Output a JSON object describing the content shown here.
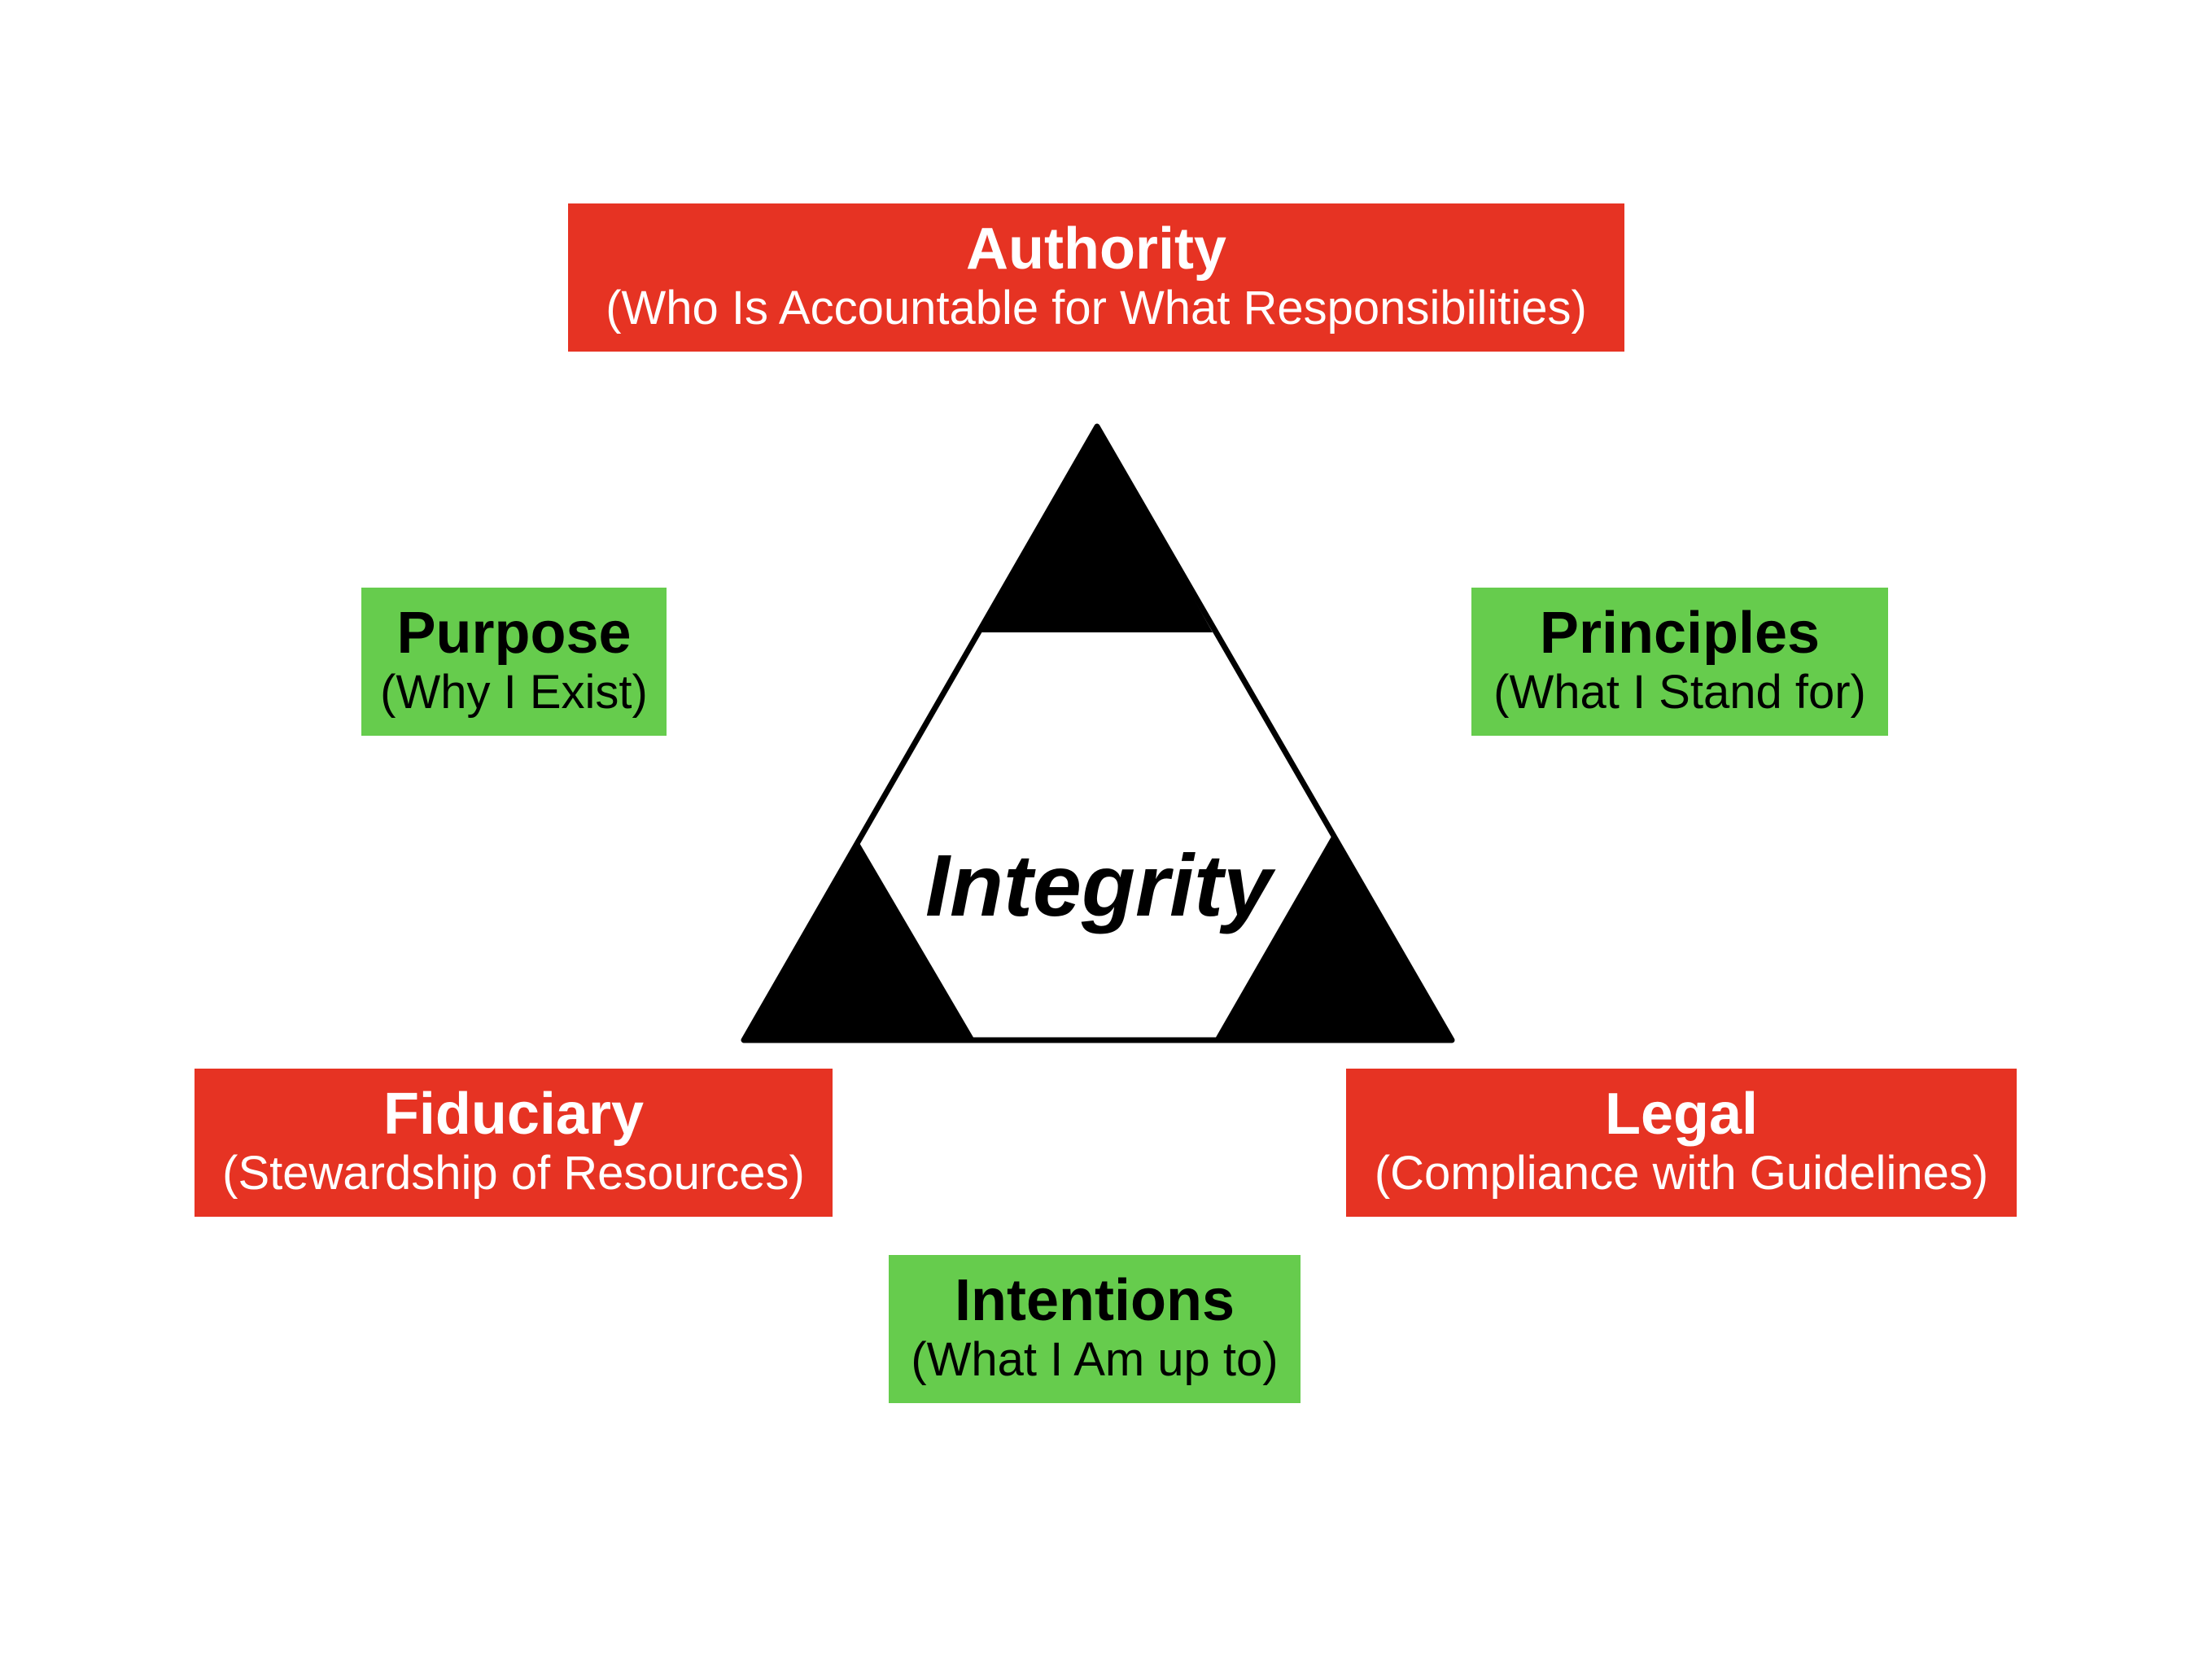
{
  "colors": {
    "red_box": "#e63323",
    "green_box": "#66cc4d",
    "triangle": "#000000"
  },
  "center": {
    "label": "Integrity"
  },
  "boxes": {
    "authority": {
      "title": "Authority",
      "subtitle": "(Who Is Accountable for What Responsibilities)"
    },
    "purpose": {
      "title": "Purpose",
      "subtitle": "(Why I Exist)"
    },
    "principles": {
      "title": "Principles",
      "subtitle": "(What I Stand for)"
    },
    "fiduciary": {
      "title": "Fiduciary",
      "subtitle": "(Stewardship of Resources)"
    },
    "legal": {
      "title": "Legal",
      "subtitle": "(Compliance with Guidelines)"
    },
    "intentions": {
      "title": "Intentions",
      "subtitle": "(What I Am up to)"
    }
  }
}
